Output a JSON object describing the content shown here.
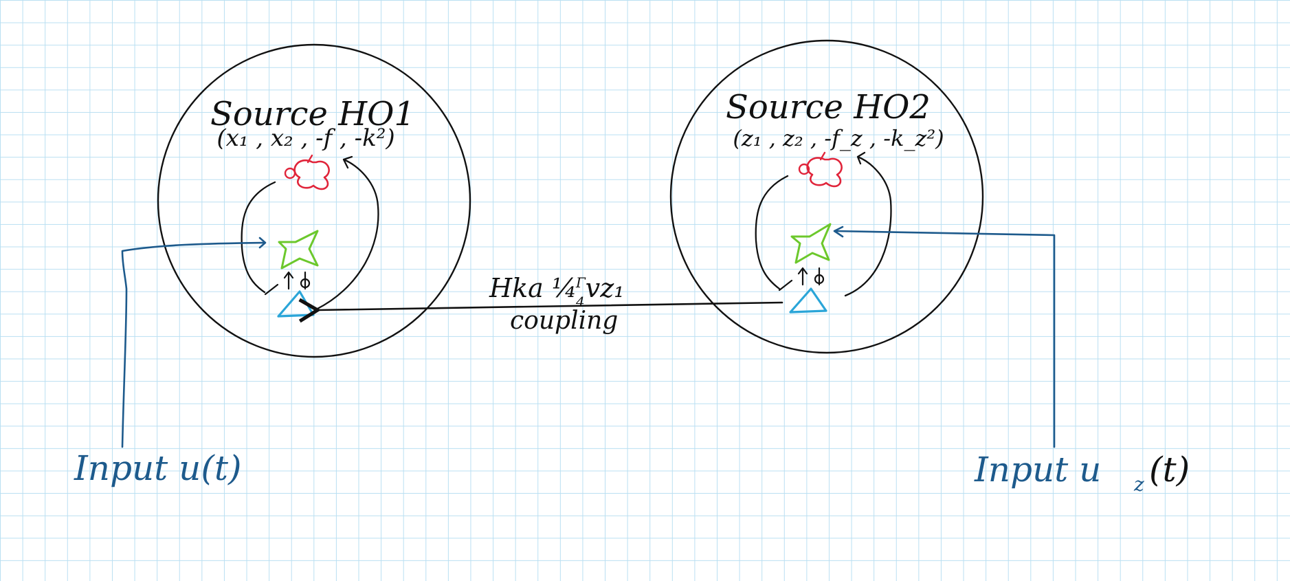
{
  "diagram": {
    "oscillator_1": {
      "title": "Source HO1",
      "params": "(x₁ , x₂ , -f , -k²)"
    },
    "oscillator_2": {
      "title": "Source HO2",
      "params": "(z₁ , z₂ , -f_z , -k_z²)"
    },
    "coupling": {
      "formula": "Hka ¼ vz₁",
      "formula_frac": "Γ",
      "formula_frac_den": "4",
      "label": "coupling"
    },
    "input_1": {
      "label": "Input u(t)"
    },
    "input_2": {
      "label": "Input u",
      "subscript": "z",
      "suffix": "(t)"
    },
    "colors": {
      "ink": "#111111",
      "input_wire": "#1d5a8c",
      "node_red": "#e0243a",
      "node_green": "#6cc82c",
      "node_blue": "#2aa5d8",
      "grid": "#b9dff2"
    },
    "icons": [
      "red-loop-node",
      "green-star-node",
      "blue-triangle-node"
    ]
  }
}
